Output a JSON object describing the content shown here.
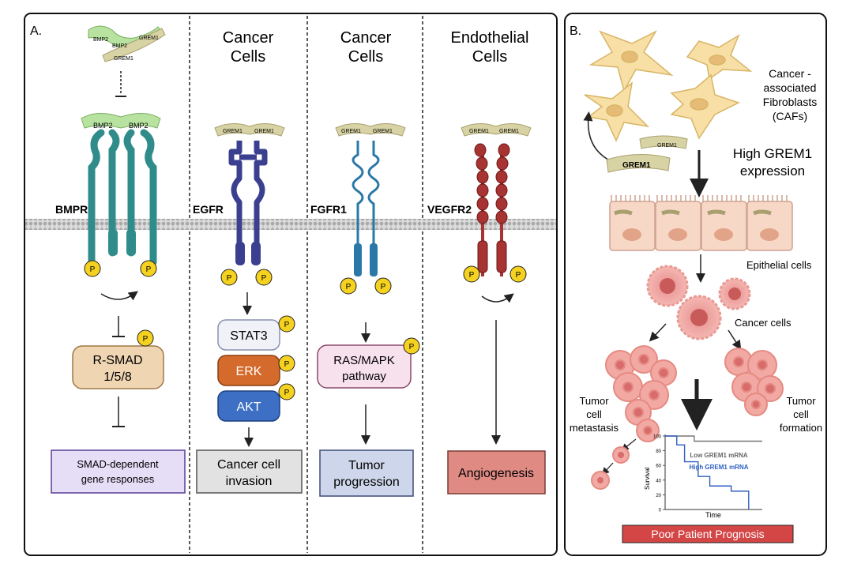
{
  "panelA": {
    "label": "A.",
    "columns": [
      {
        "header": "",
        "receptor": "BMPR"
      },
      {
        "header": [
          "Cancer",
          "Cells"
        ],
        "receptor": "EGFR"
      },
      {
        "header": [
          "Cancer",
          "Cells"
        ],
        "receptor": "FGFR1"
      },
      {
        "header": [
          "Endothelial",
          "Cells"
        ],
        "receptor": "VEGFR2"
      }
    ],
    "ligands": {
      "bmp2": "BMP2",
      "grem1": "GREM1"
    },
    "phospho": "P",
    "bmp": {
      "rsmad": [
        "R-SMAD",
        "1/5/8"
      ],
      "outcome": [
        "SMAD-dependent",
        "gene responses"
      ]
    },
    "egfr": {
      "stat3": "STAT3",
      "erk": "ERK",
      "akt": "AKT",
      "outcome": [
        "Cancer cell",
        "invasion"
      ]
    },
    "fgfr": {
      "pathway": [
        "RAS/MAPK",
        "pathway"
      ],
      "outcome": [
        "Tumor",
        "progression"
      ]
    },
    "vegfr": {
      "outcome": "Angiogenesis"
    }
  },
  "panelB": {
    "label": "B.",
    "caf_label": [
      "Cancer -",
      "associated",
      "Fibroblasts",
      "(CAFs)"
    ],
    "grem_label": "GREM1",
    "high_expr": [
      "High GREM1",
      "expression"
    ],
    "epithelial": "Epithelial cells",
    "cancer_cells": "Cancer cells",
    "metastasis": [
      "Tumor",
      "cell",
      "metastasis"
    ],
    "formation": [
      "Tumor",
      "cell",
      "formation"
    ],
    "outcome": "Poor Patient Prognosis"
  },
  "chart_data": {
    "type": "line",
    "title": "",
    "xlabel": "Time",
    "ylabel": "Survival",
    "yticks": [
      0,
      20,
      40,
      60,
      80,
      100
    ],
    "ylim": [
      0,
      100
    ],
    "xlim": [
      0,
      10
    ],
    "series": [
      {
        "name": "Low GREM1 mRNA",
        "color": "#777777",
        "steps": [
          [
            0,
            100
          ],
          [
            3,
            100
          ],
          [
            3,
            93
          ],
          [
            10,
            93
          ]
        ]
      },
      {
        "name": "High GREM1 mRNA",
        "color": "#2e5fbf",
        "steps": [
          [
            0,
            100
          ],
          [
            1.2,
            100
          ],
          [
            1.2,
            88
          ],
          [
            2,
            88
          ],
          [
            2,
            65
          ],
          [
            3.4,
            65
          ],
          [
            3.4,
            45
          ],
          [
            4.6,
            45
          ],
          [
            4.6,
            32
          ],
          [
            6.8,
            32
          ],
          [
            6.8,
            25
          ],
          [
            8.6,
            25
          ],
          [
            8.6,
            0
          ]
        ]
      }
    ]
  }
}
